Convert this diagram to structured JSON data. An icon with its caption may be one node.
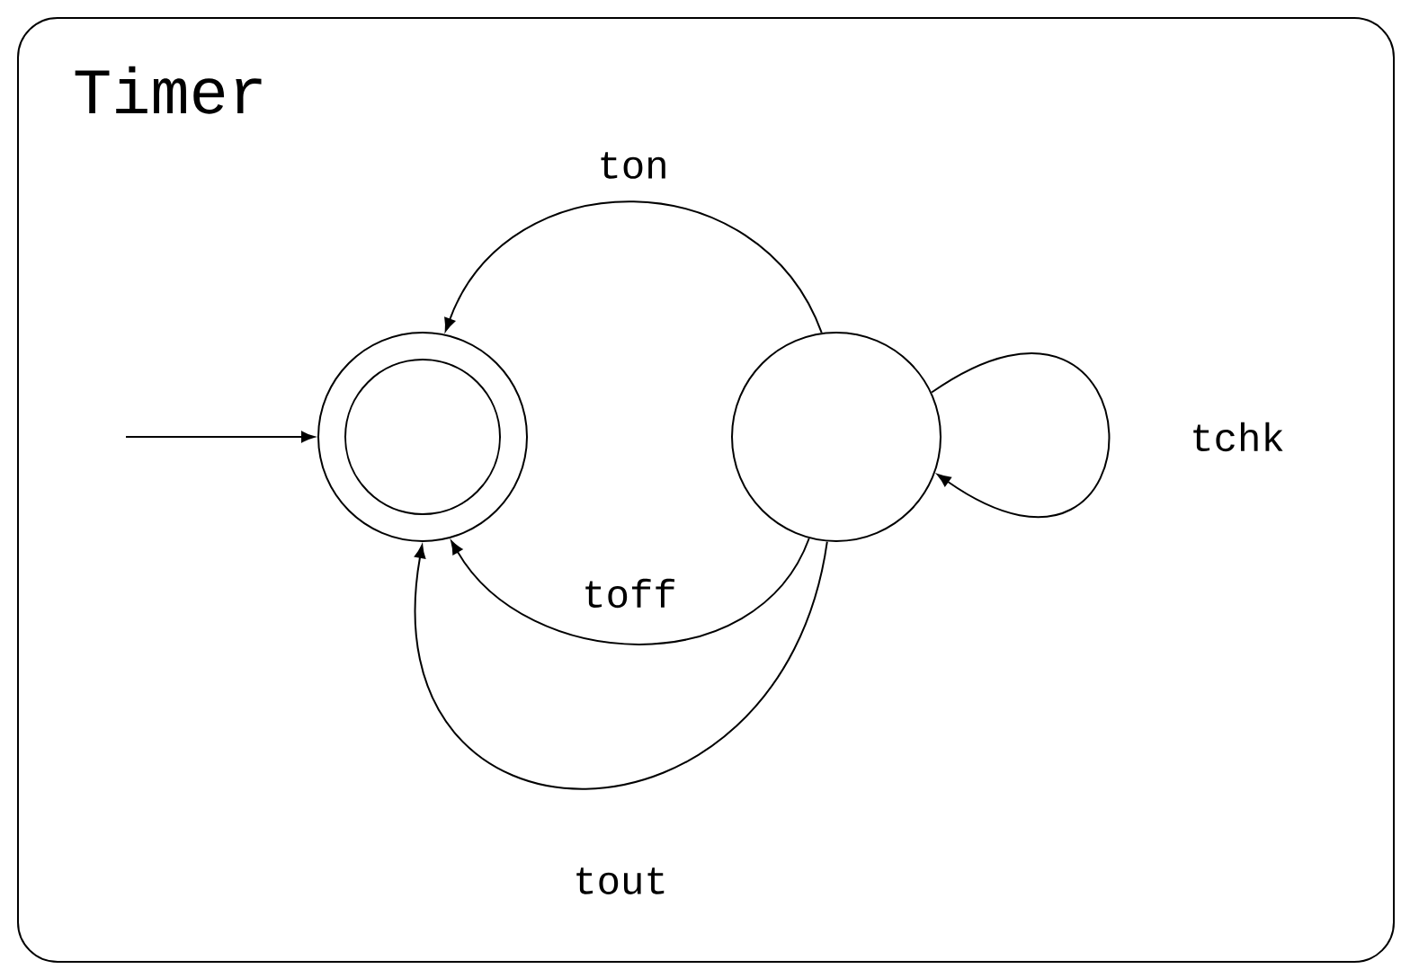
{
  "diagram": {
    "nodes": [
      {
        "text": [
          "Timer"
        ]
      },
      {
        "text": [],
        "shape": "circle",
        "in": 0
      },
      {
        "text": [],
        "shape": "circle",
        "in": 0
      }
    ],
    "edges": [
      {
        "from": null,
        "to": 1,
        "arrow": "to"
      },
      {
        "from": 2,
        "to": 1,
        "arrow": "to",
        "label": "ton"
      },
      {
        "from": 2,
        "to": 1,
        "arrow": "to",
        "label": "toff"
      },
      {
        "from": 2,
        "to": 1,
        "arrow": "to",
        "label": "tout"
      },
      {
        "from": 2,
        "to": 2,
        "arrow": "to",
        "label": "tchk"
      }
    ]
  }
}
